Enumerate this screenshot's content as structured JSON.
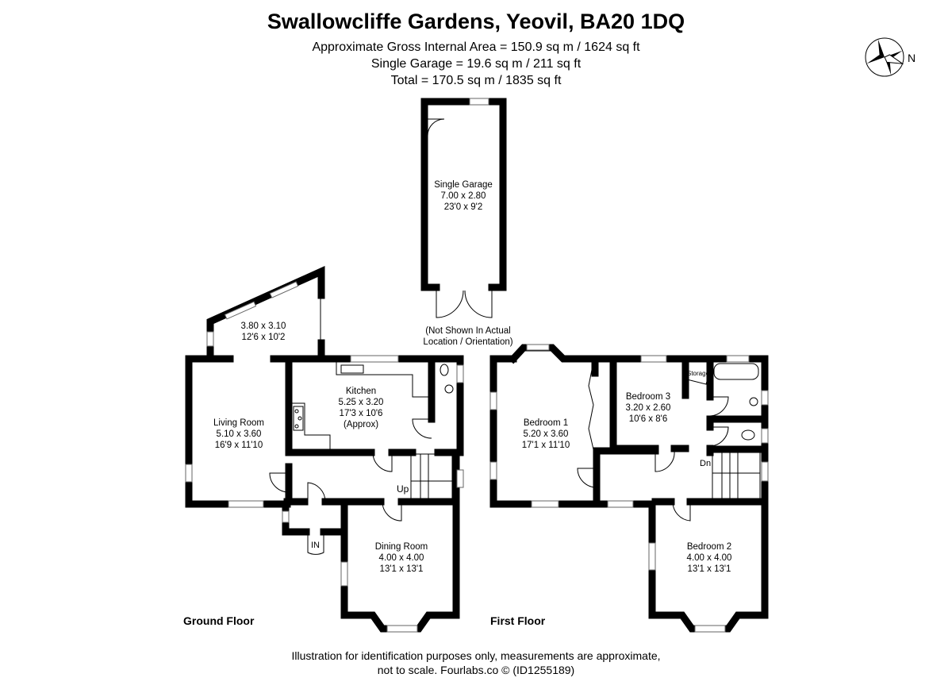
{
  "title": "Swallowcliffe Gardens, Yeovil, BA20 1DQ",
  "areas": [
    "Approximate Gross Internal Area = 150.9 sq m / 1624 sq ft",
    "Single Garage = 19.6 sq m / 211 sq ft",
    "Total = 170.5 sq m / 1835 sq ft"
  ],
  "compass": {
    "icon": "compass-rose-icon",
    "label": "N"
  },
  "garage": {
    "name": "Single Garage",
    "metric": "7.00 x 2.80",
    "imperial": "23'0 x 9'2",
    "note1": "(Not Shown In Actual",
    "note2": "Location / Orientation)"
  },
  "ground_floor": {
    "label": "Ground Floor",
    "conservatory": {
      "metric": "3.80 x 3.10",
      "imperial": "12'6 x 10'2"
    },
    "living": {
      "name": "Living Room",
      "metric": "5.10 x 3.60",
      "imperial": "16'9 x 11'10"
    },
    "kitchen": {
      "name": "Kitchen",
      "metric": "5.25 x 3.20",
      "imperial": "17'3 x 10'6",
      "note": "(Approx)"
    },
    "dining": {
      "name": "Dining Room",
      "metric": "4.00 x 4.00",
      "imperial": "13'1 x 13'1"
    },
    "stairs": "Up",
    "entrance": "IN"
  },
  "first_floor": {
    "label": "First Floor",
    "bed1": {
      "name": "Bedroom 1",
      "metric": "5.20 x 3.60",
      "imperial": "17'1 x 11'10"
    },
    "bed2": {
      "name": "Bedroom 2",
      "metric": "4.00 x 4.00",
      "imperial": "13'1 x 13'1"
    },
    "bed3": {
      "name": "Bedroom 3",
      "metric": "3.20 x 2.60",
      "imperial": "10'6 x 8'6"
    },
    "storage": "Storage",
    "stairs": "Dn"
  },
  "footer": {
    "line1": "Illustration for identification purposes only, measurements are approximate,",
    "line2": "not to scale. Fourlabs.co © (ID1255189)"
  }
}
